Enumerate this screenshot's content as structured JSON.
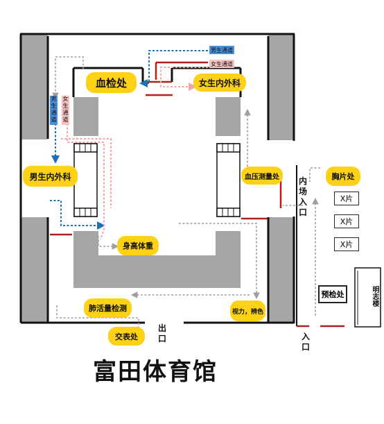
{
  "title": "富田体育馆",
  "stations": {
    "blood_test": "血检处",
    "female_internal_surgery": "女生内外科",
    "male_internal_surgery": "男生内外科",
    "blood_pressure": "血压测量处",
    "chest_xray": "胸片处",
    "height_weight": "身高体重",
    "lung_capacity": "肺活量检测",
    "vision_color": "视力，辨色",
    "submit_form": "交表处",
    "pre_check": "预检处",
    "mingzhi_building": "明志楼"
  },
  "xray_rooms": [
    "X片",
    "X片",
    "X片"
  ],
  "passages": {
    "male_channel": "男生通道",
    "female_channel": "女生通道"
  },
  "signs": {
    "inner_entrance": "内场入口",
    "exit": "出口",
    "entrance": "入口"
  },
  "colors": {
    "wall": "#111111",
    "block": "#a6a6a6",
    "label": "#fcd116",
    "male_path": "#1f6fb5",
    "female_path": "#f4a3a3",
    "gray_path": "#9e9e9e",
    "door": "#b0201a",
    "male_tag": "#4a90d9",
    "female_tag": "#f7c2c2"
  }
}
